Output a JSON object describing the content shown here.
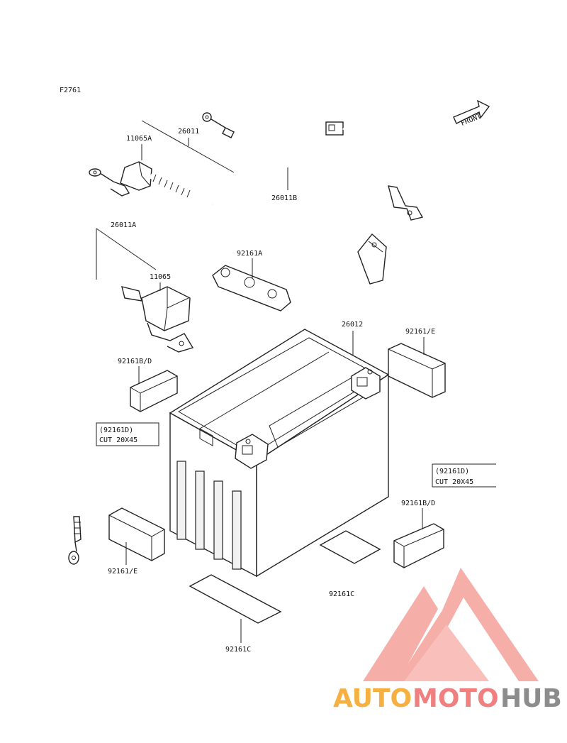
{
  "figure_code": "F2761",
  "front_label": "FRONT",
  "labels": {
    "l_11065A": "11065A",
    "l_26011": "26011",
    "l_26011B": "26011B",
    "l_26011A": "26011A",
    "l_11065": "11065",
    "l_92161A": "92161A",
    "l_26012": "26012",
    "l_92161E_top": "92161/E",
    "l_92161BD_left": "92161B/D",
    "l_92161BD_right": "92161B/D",
    "l_92161E_bottom": "92161/E",
    "l_92161C_mid": "92161C",
    "l_92161C_bottom": "92161C"
  },
  "note_left": {
    "line1": "(92161D)",
    "line2": "CUT  20X45"
  },
  "note_right": {
    "line1": "(92161D)",
    "line2": "CUT  20X45"
  },
  "watermark": {
    "part1": "AUTO",
    "part2": "MOTO",
    "part3": "HUB",
    "color_orange": "#f5b041",
    "color_red": "#f08080",
    "color_gray": "#8c8c8c",
    "triangle_color": "#f4a09a"
  }
}
